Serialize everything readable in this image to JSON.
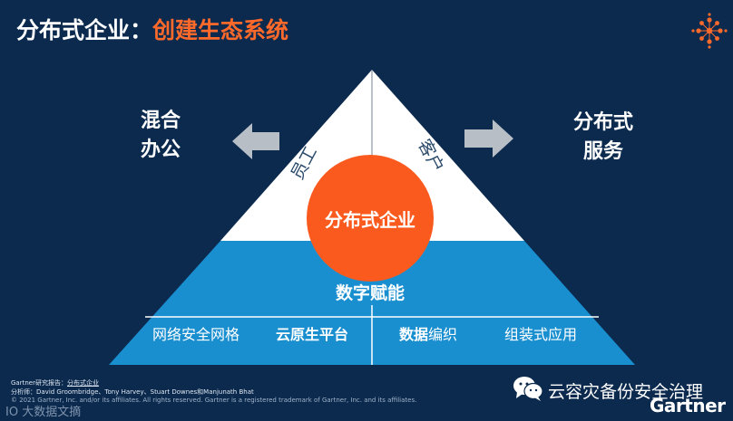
{
  "title": {
    "main": "分布式企业",
    "separator": "：",
    "accent": "创建生态系统"
  },
  "left_label": {
    "line1": "混合",
    "line2": "办公"
  },
  "right_label": {
    "line1": "分布式",
    "line2": "服务"
  },
  "pyramid": {
    "left_side": "员工",
    "right_side": "客户",
    "center": "分布式企业",
    "enable": "数字赋能",
    "pillars": [
      {
        "prefix": "网络安全网格",
        "bold": ""
      },
      {
        "prefix": "",
        "bold": "云原生平台"
      },
      {
        "prefix": "",
        "bold": "数据",
        "suffix": "编织"
      },
      {
        "prefix": "组装式应用",
        "bold": ""
      }
    ]
  },
  "footer": {
    "line1_label": "Gartner研究报告：",
    "line1_link": "分布式企业",
    "line2": "分析师：David Groombridge、Tony Harvey、Stuart Downes和Manjunath Bhat",
    "line3": "© 2021 Gartner, Inc. and/or its affiliates. All rights reserved. Gartner is a registered trademark of Gartner, Inc. and its affiliates."
  },
  "watermark_left": "IO 大数据文摘",
  "watermark_right": "云容灾备份安全治理",
  "brand": "Gartner",
  "colors": {
    "background": "#0b2a4e",
    "accent": "#ff6a2b",
    "triangle_top": "#ffffff",
    "triangle_base": "#1a8fd0",
    "circle": "#fb5a1e",
    "arrow": "#b8bec6"
  },
  "icons": [
    "orange-dot-cluster-logo-icon",
    "left-arrow-icon",
    "right-arrow-icon",
    "wechat-icon"
  ]
}
